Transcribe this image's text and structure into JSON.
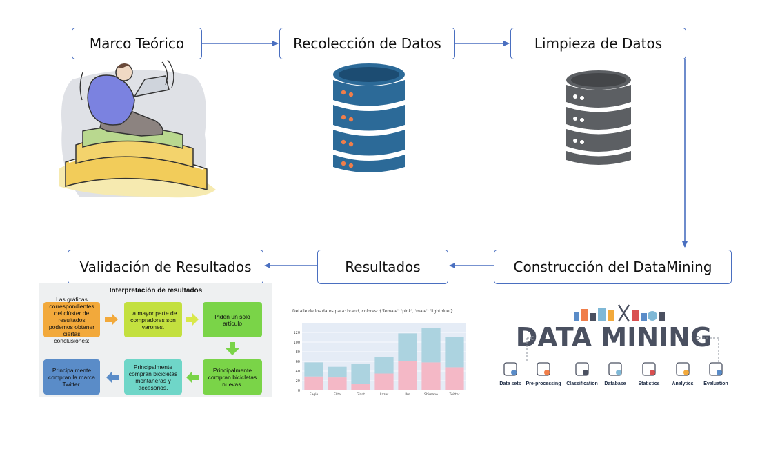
{
  "steps": {
    "marco": "Marco Teórico",
    "recoleccion": "Recolección de Datos",
    "limpieza": "Limpieza de Datos",
    "construccion": "Construcción del DataMining",
    "resultados": "Resultados",
    "validacion": "Validación de Resultados"
  },
  "interpretacion": {
    "title": "Interpretación de resultados",
    "boxes": [
      {
        "text": "Las gráficas correspondientes del clúster de resultados podemos obtener ciertas conclusiones:",
        "color": "#f2a93b"
      },
      {
        "text": "La mayor parte de compradores son varones.",
        "color": "#c3e03f"
      },
      {
        "text": "Piden un solo artículo",
        "color": "#7ad448"
      },
      {
        "text": "Principalmente compran bicicletas nuevas.",
        "color": "#7ad448"
      },
      {
        "text": "Principalmente compran bicicletas montañeras y accesorios.",
        "color": "#6fd6c8"
      },
      {
        "text": "Principalmente compran la marca Twitter.",
        "color": "#5a8cc8"
      }
    ],
    "arrow_color": "#f2a93b"
  },
  "chart_data": {
    "type": "bar",
    "title": "Detalle de los datos para: brand, colores: {'female': 'pink', 'male': 'lightblue'}",
    "categories": [
      "Eagle",
      "Elite",
      "Giant",
      "Lazer",
      "Pro",
      "Shimano",
      "Twitter"
    ],
    "series": [
      {
        "name": "female",
        "values": [
          29,
          27,
          14,
          35,
          60,
          58,
          48
        ],
        "color": "#f4b8c6"
      },
      {
        "name": "male",
        "values": [
          29,
          22,
          41,
          35,
          58,
          72,
          62
        ],
        "color": "#acd3e0"
      }
    ],
    "ylim": [
      0,
      140
    ],
    "yticks": [
      0,
      20,
      40,
      60,
      80,
      100,
      120
    ],
    "grid": true
  },
  "datamining": {
    "title": "DATA MINING",
    "items": [
      "Data sets",
      "Pre-processing",
      "Classification",
      "Database",
      "Statistics",
      "Analytics",
      "Evaluation"
    ],
    "title_color": "#4a5060"
  },
  "colors": {
    "arrow": "#4a6fc0",
    "db_blue": "#2c6a98",
    "db_gray": "#5c5f63",
    "db_orange": "#f07e4a"
  }
}
